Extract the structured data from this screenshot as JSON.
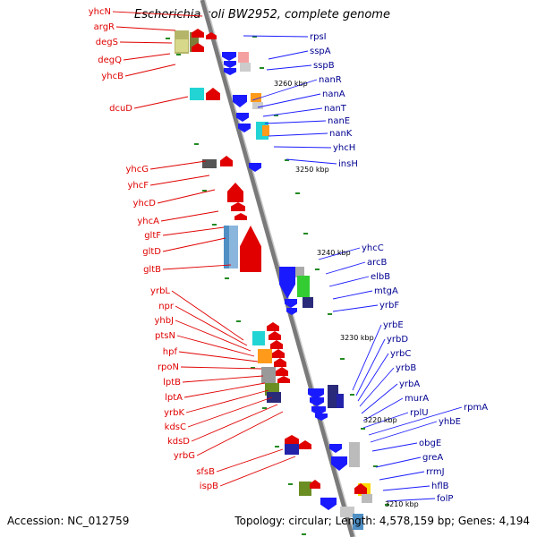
{
  "title": "Escherichia coli BW2952, complete genome",
  "footer": {
    "accession": "Accession: NC_012759",
    "topology": "Topology: circular; Length: 4,578,159 bp; Genes: 4,194"
  },
  "scale_labels": [
    "3260 kbp",
    "3250 kbp",
    "3240 kbp",
    "3230 kbp",
    "3220 kbp",
    "3210 kbp"
  ],
  "genes_left": [
    "yhcN",
    "argR",
    "degS",
    "degQ",
    "yhcB",
    "dcuD",
    "yhcG",
    "yhcF",
    "yhcD",
    "yhcA",
    "gltF",
    "gltD",
    "gltB",
    "yrbL",
    "npr",
    "yhbJ",
    "ptsN",
    "hpf",
    "rpoN",
    "lptB",
    "lptA",
    "yrbK",
    "kdsC",
    "kdsD",
    "yrbG",
    "sfsB",
    "ispB"
  ],
  "genes_right": [
    "rpsI",
    "sspA",
    "sspB",
    "nanR",
    "nanA",
    "nanT",
    "nanE",
    "nanK",
    "yhcH",
    "insH",
    "yhcC",
    "arcB",
    "elbB",
    "mtgA",
    "yrbF",
    "yrbE",
    "yrbD",
    "yrbC",
    "yrbB",
    "yrbA",
    "murA",
    "rplU",
    "rpmA",
    "yhbE",
    "obgE",
    "greA",
    "rrmJ",
    "hflB",
    "folP"
  ],
  "colors": {
    "left_strand": "#e00000",
    "right_strand": "#1a1aff",
    "left_label": "#e00000",
    "right_label": "#000090",
    "backbone": "#888888"
  }
}
